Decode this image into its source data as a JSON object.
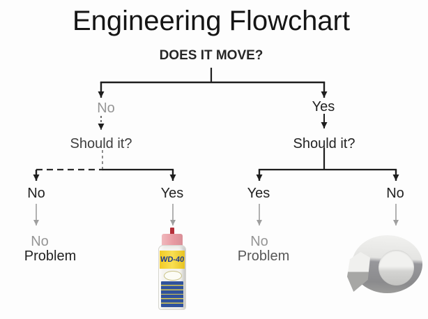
{
  "title": "Engineering Flowchart",
  "flowchart": {
    "root_question": "DOES IT MOVE?",
    "level1_left": "No",
    "level1_right": "Yes",
    "level2_left_question": "Should it?",
    "level2_right_question": "Should it?",
    "level3_left_no": "No",
    "level3_left_yes": "Yes",
    "level3_right_yes": "Yes",
    "level3_right_no": "No",
    "outcome_left_line1": "No",
    "outcome_left_line2": "Problem",
    "outcome_right_line1": "No",
    "outcome_right_line2": "Problem"
  },
  "products": {
    "wd40_label": "WD-40",
    "wd40_icon": "wd40-spray-can",
    "tape_icon": "duct-tape-roll"
  },
  "colors": {
    "text_primary": "#1e1e1e",
    "text_muted": "#959595",
    "wd40_cap_pink": "#e89aa2",
    "wd40_nozzle_red": "#b5303a",
    "wd40_yellow": "#f6d32b",
    "wd40_blue": "#30529d",
    "tape_silver_light": "#ececea",
    "tape_silver_dark": "#909092"
  }
}
